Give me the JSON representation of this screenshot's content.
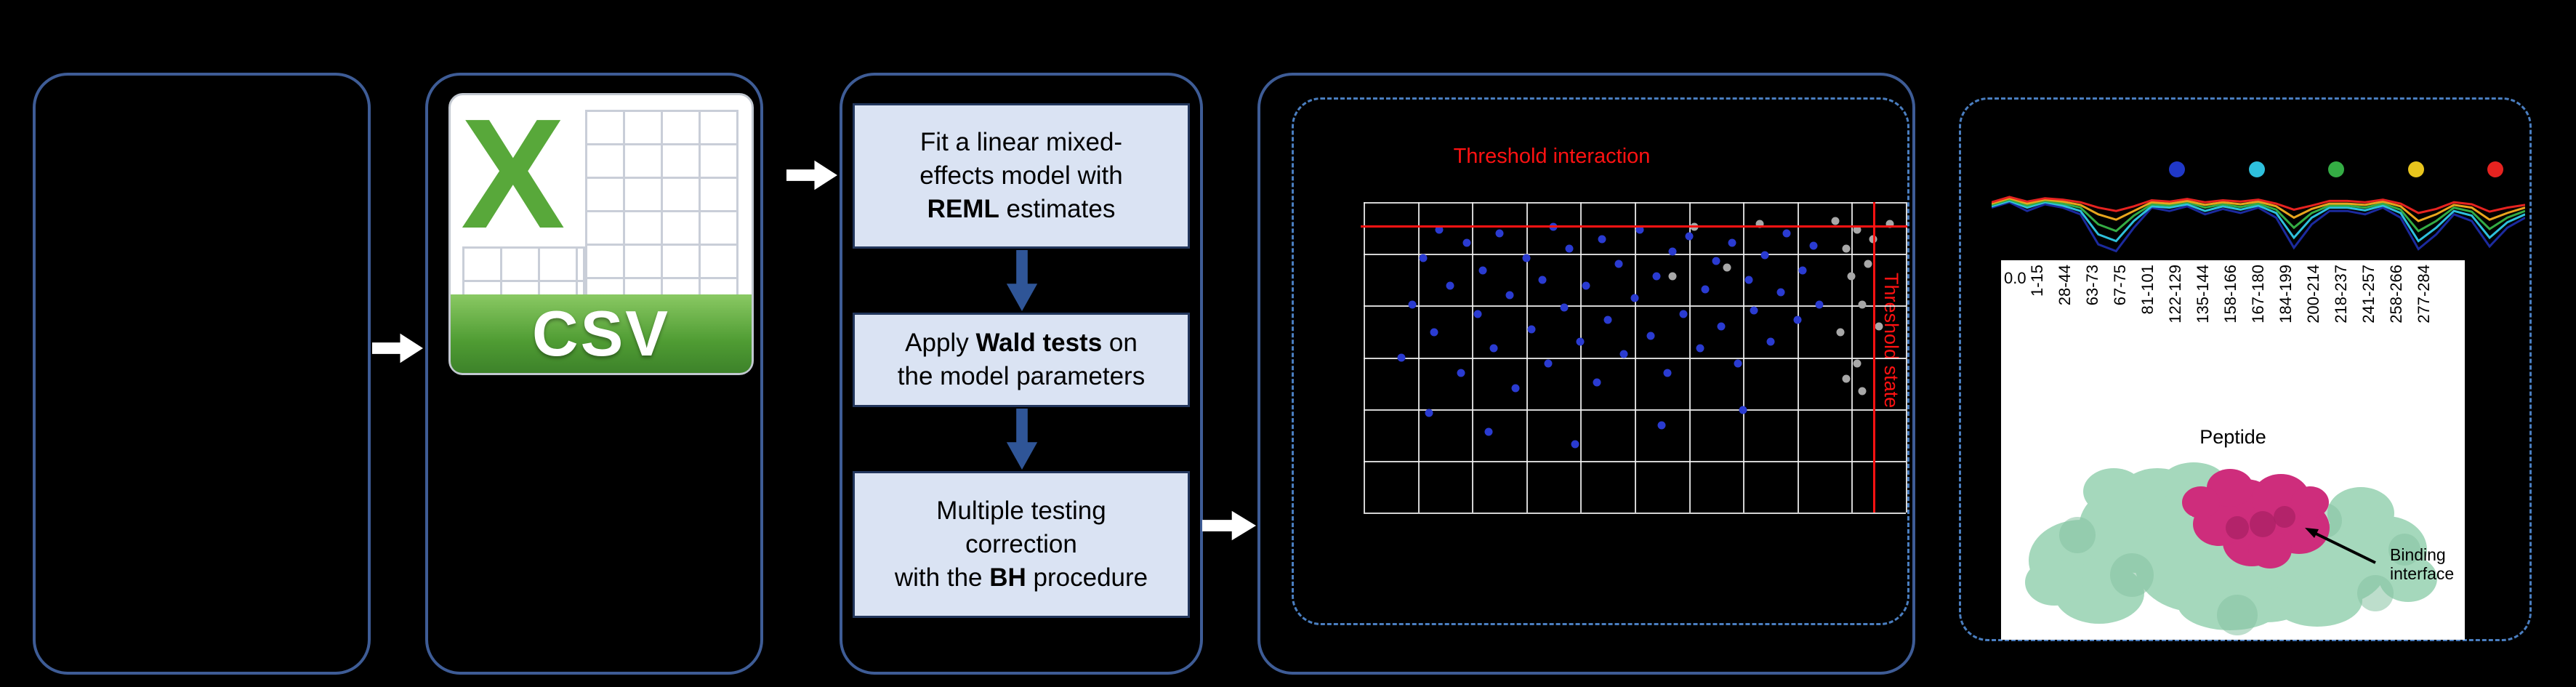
{
  "colors": {
    "bg": "#000000",
    "box-border": "#3e5c96",
    "dashed-border": "#4a7ec0",
    "step-fill": "#dae3f3",
    "step-border": "#22365c",
    "step-arrow": "#2f5597",
    "flow-arrow": "#ffffff",
    "threshold-red": "#ff1212",
    "point-blue": "#2a3bd1",
    "point-gray": "#a8a8a8",
    "grid-line": "#f0f0f0",
    "csv-green": "#58a83a",
    "csv-grid": "#c9ced8",
    "protein-green": "#a5d8bc",
    "protein-green-dark": "#86c2a2",
    "binding-pink": "#ce2d7c",
    "binding-pink-dark": "#a81f63"
  },
  "csv": {
    "letter": "X",
    "label": "CSV"
  },
  "steps": [
    {
      "lines": [
        [
          {
            "t": "Fit a linear mixed-"
          }
        ],
        [
          {
            "t": "effects model with"
          }
        ],
        [
          {
            "t": "REML",
            "b": true
          },
          {
            "t": " estimates"
          }
        ]
      ]
    },
    {
      "lines": [
        [
          {
            "t": "Apply "
          },
          {
            "t": "Wald tests",
            "b": true
          },
          {
            "t": " on"
          }
        ],
        [
          {
            "t": "the model parameters"
          }
        ]
      ]
    },
    {
      "lines": [
        [
          {
            "t": "Multiple testing"
          }
        ],
        [
          {
            "t": "correction"
          }
        ],
        [
          {
            "t": "with the "
          },
          {
            "t": "BH",
            "b": true
          },
          {
            "t": " procedure"
          }
        ]
      ]
    }
  ],
  "scatter": {
    "type": "scatter",
    "title": "Threshold interaction",
    "side_label": "Threshold state",
    "grid": {
      "cols": 10,
      "rows": 6
    },
    "threshold_h_frac": 0.075,
    "threshold_v_frac": 0.94,
    "points": [
      [
        0.07,
        0.5,
        "b"
      ],
      [
        0.09,
        0.33,
        "b"
      ],
      [
        0.11,
        0.18,
        "b"
      ],
      [
        0.13,
        0.42,
        "b"
      ],
      [
        0.14,
        0.09,
        "b"
      ],
      [
        0.16,
        0.27,
        "b"
      ],
      [
        0.18,
        0.55,
        "b"
      ],
      [
        0.19,
        0.13,
        "b"
      ],
      [
        0.21,
        0.36,
        "b"
      ],
      [
        0.22,
        0.22,
        "b"
      ],
      [
        0.24,
        0.47,
        "b"
      ],
      [
        0.25,
        0.1,
        "b"
      ],
      [
        0.27,
        0.3,
        "b"
      ],
      [
        0.28,
        0.6,
        "b"
      ],
      [
        0.3,
        0.18,
        "b"
      ],
      [
        0.31,
        0.41,
        "b"
      ],
      [
        0.33,
        0.25,
        "b"
      ],
      [
        0.34,
        0.52,
        "b"
      ],
      [
        0.35,
        0.08,
        "b"
      ],
      [
        0.37,
        0.34,
        "b"
      ],
      [
        0.38,
        0.15,
        "b"
      ],
      [
        0.4,
        0.45,
        "b"
      ],
      [
        0.41,
        0.27,
        "b"
      ],
      [
        0.43,
        0.58,
        "b"
      ],
      [
        0.44,
        0.12,
        "b"
      ],
      [
        0.45,
        0.38,
        "b"
      ],
      [
        0.47,
        0.2,
        "b"
      ],
      [
        0.48,
        0.49,
        "b"
      ],
      [
        0.5,
        0.31,
        "b"
      ],
      [
        0.51,
        0.09,
        "b"
      ],
      [
        0.53,
        0.43,
        "b"
      ],
      [
        0.54,
        0.24,
        "b"
      ],
      [
        0.56,
        0.55,
        "b"
      ],
      [
        0.57,
        0.16,
        "b"
      ],
      [
        0.59,
        0.36,
        "b"
      ],
      [
        0.6,
        0.11,
        "b"
      ],
      [
        0.62,
        0.47,
        "b"
      ],
      [
        0.63,
        0.28,
        "b"
      ],
      [
        0.65,
        0.19,
        "b"
      ],
      [
        0.66,
        0.4,
        "b"
      ],
      [
        0.68,
        0.13,
        "b"
      ],
      [
        0.69,
        0.52,
        "b"
      ],
      [
        0.71,
        0.25,
        "b"
      ],
      [
        0.72,
        0.35,
        "b"
      ],
      [
        0.74,
        0.17,
        "b"
      ],
      [
        0.75,
        0.45,
        "b"
      ],
      [
        0.77,
        0.29,
        "b"
      ],
      [
        0.78,
        0.1,
        "b"
      ],
      [
        0.8,
        0.38,
        "b"
      ],
      [
        0.81,
        0.22,
        "b"
      ],
      [
        0.83,
        0.14,
        "b"
      ],
      [
        0.84,
        0.33,
        "b"
      ],
      [
        0.23,
        0.74,
        "b"
      ],
      [
        0.39,
        0.78,
        "b"
      ],
      [
        0.55,
        0.72,
        "b"
      ],
      [
        0.12,
        0.68,
        "b"
      ],
      [
        0.7,
        0.67,
        "b"
      ],
      [
        0.87,
        0.06,
        "g"
      ],
      [
        0.89,
        0.15,
        "g"
      ],
      [
        0.91,
        0.09,
        "g"
      ],
      [
        0.9,
        0.24,
        "g"
      ],
      [
        0.92,
        0.33,
        "g"
      ],
      [
        0.88,
        0.42,
        "g"
      ],
      [
        0.91,
        0.52,
        "g"
      ],
      [
        0.93,
        0.2,
        "g"
      ],
      [
        0.94,
        0.12,
        "g"
      ],
      [
        0.92,
        0.61,
        "g"
      ],
      [
        0.89,
        0.57,
        "g"
      ],
      [
        0.95,
        0.4,
        "g"
      ],
      [
        0.61,
        0.08,
        "g"
      ],
      [
        0.67,
        0.21,
        "g"
      ],
      [
        0.73,
        0.07,
        "g"
      ],
      [
        0.57,
        0.24,
        "g"
      ],
      [
        0.97,
        0.07,
        "g"
      ]
    ]
  },
  "uptake": {
    "type": "line",
    "y_tick": "0.0",
    "x_axis_label": "Peptide",
    "legend_colors": [
      "#2038c8",
      "#2ec0dd",
      "#34ac44",
      "#e8c51d",
      "#e62320"
    ],
    "x_labels": [
      "1-15",
      "28-44",
      "63-73",
      "67-75",
      "81-101",
      "122-129",
      "135-144",
      "158-166",
      "167-180",
      "184-199",
      "200-214",
      "218-237",
      "241-257",
      "258-266",
      "277-284"
    ],
    "series": [
      {
        "name": "navy",
        "color": "#1b2a9e",
        "values": [
          0.3,
          0.22,
          0.35,
          0.25,
          0.3,
          0.4,
          0.85,
          0.95,
          0.6,
          0.3,
          0.35,
          0.28,
          0.4,
          0.32,
          0.38,
          0.3,
          0.45,
          0.9,
          0.55,
          0.35,
          0.35,
          0.4,
          0.3,
          0.45,
          0.92,
          0.7,
          0.4,
          0.5,
          0.88,
          0.6,
          0.45
        ]
      },
      {
        "name": "cyan",
        "color": "#2ec0dd",
        "values": [
          0.28,
          0.2,
          0.3,
          0.22,
          0.27,
          0.35,
          0.7,
          0.8,
          0.5,
          0.28,
          0.3,
          0.25,
          0.35,
          0.28,
          0.33,
          0.27,
          0.38,
          0.75,
          0.45,
          0.3,
          0.3,
          0.34,
          0.27,
          0.38,
          0.8,
          0.6,
          0.35,
          0.42,
          0.75,
          0.52,
          0.4
        ]
      },
      {
        "name": "green",
        "color": "#34ac44",
        "values": [
          0.26,
          0.18,
          0.27,
          0.2,
          0.24,
          0.3,
          0.55,
          0.65,
          0.42,
          0.25,
          0.27,
          0.22,
          0.3,
          0.25,
          0.29,
          0.24,
          0.33,
          0.6,
          0.38,
          0.27,
          0.27,
          0.3,
          0.24,
          0.33,
          0.65,
          0.5,
          0.3,
          0.36,
          0.62,
          0.45,
          0.35
        ]
      },
      {
        "name": "yellow",
        "color": "#e8a51d",
        "values": [
          0.24,
          0.16,
          0.24,
          0.18,
          0.21,
          0.26,
          0.4,
          0.48,
          0.35,
          0.22,
          0.24,
          0.2,
          0.26,
          0.22,
          0.25,
          0.21,
          0.28,
          0.45,
          0.32,
          0.24,
          0.24,
          0.26,
          0.21,
          0.28,
          0.5,
          0.4,
          0.26,
          0.3,
          0.48,
          0.38,
          0.3
        ]
      },
      {
        "name": "red",
        "color": "#e62320",
        "values": [
          0.22,
          0.14,
          0.21,
          0.16,
          0.18,
          0.22,
          0.3,
          0.35,
          0.28,
          0.19,
          0.21,
          0.17,
          0.22,
          0.19,
          0.21,
          0.18,
          0.24,
          0.33,
          0.27,
          0.2,
          0.2,
          0.22,
          0.18,
          0.24,
          0.38,
          0.32,
          0.22,
          0.25,
          0.36,
          0.3,
          0.26
        ]
      }
    ]
  },
  "protein": {
    "label_line1": "Binding",
    "label_line2": "interface"
  }
}
